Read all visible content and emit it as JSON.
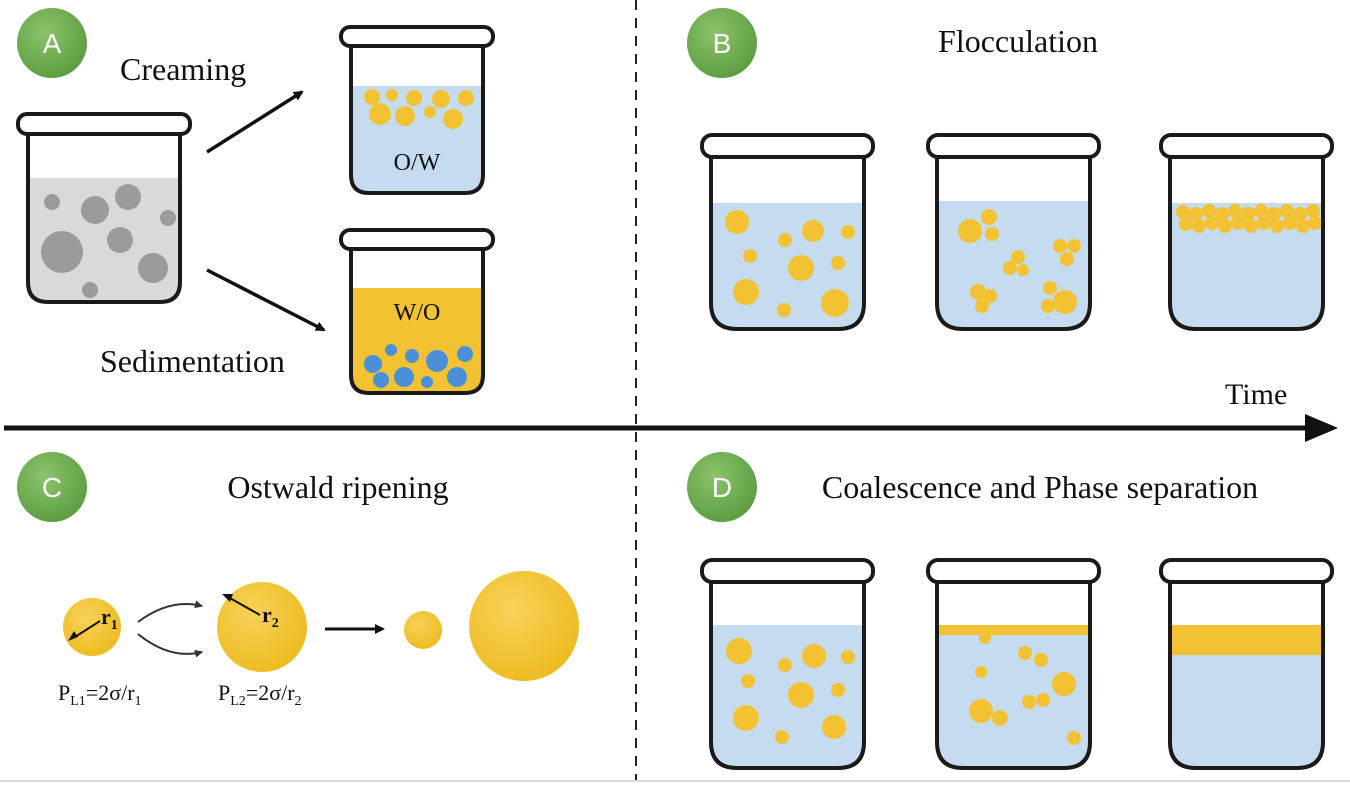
{
  "colors": {
    "water": "#c5dbef",
    "oil": "#f2c233",
    "droplet_yellow": "#f2c233",
    "droplet_blue": "#4a90d9",
    "gray_liquid": "#d9d9d9",
    "gray_droplet": "#9b9b9b",
    "badge_green": "#6aa84f",
    "outline": "#1a1a1a"
  },
  "panels": {
    "a": {
      "badge": "A",
      "top_label": "Creaming",
      "bottom_label": "Sedimentation",
      "ow_label": "O/W",
      "wo_label": "W/O"
    },
    "b": {
      "badge": "B",
      "title": "Flocculation"
    },
    "c": {
      "badge": "C",
      "title": "Ostwald ripening",
      "r1_main": "r",
      "r1_sub": "1",
      "r2_main": "r",
      "r2_sub": "2",
      "eq1": {
        "p": "P",
        "p_sub": "L1",
        "eq": "=2σ/r",
        "r_sub": "1"
      },
      "eq2": {
        "p": "P",
        "p_sub": "L2",
        "eq": "=2σ/r",
        "r_sub": "2"
      }
    },
    "d": {
      "badge": "D",
      "title": "Coalescence and Phase separation"
    }
  },
  "time_axis": {
    "label": "Time"
  }
}
